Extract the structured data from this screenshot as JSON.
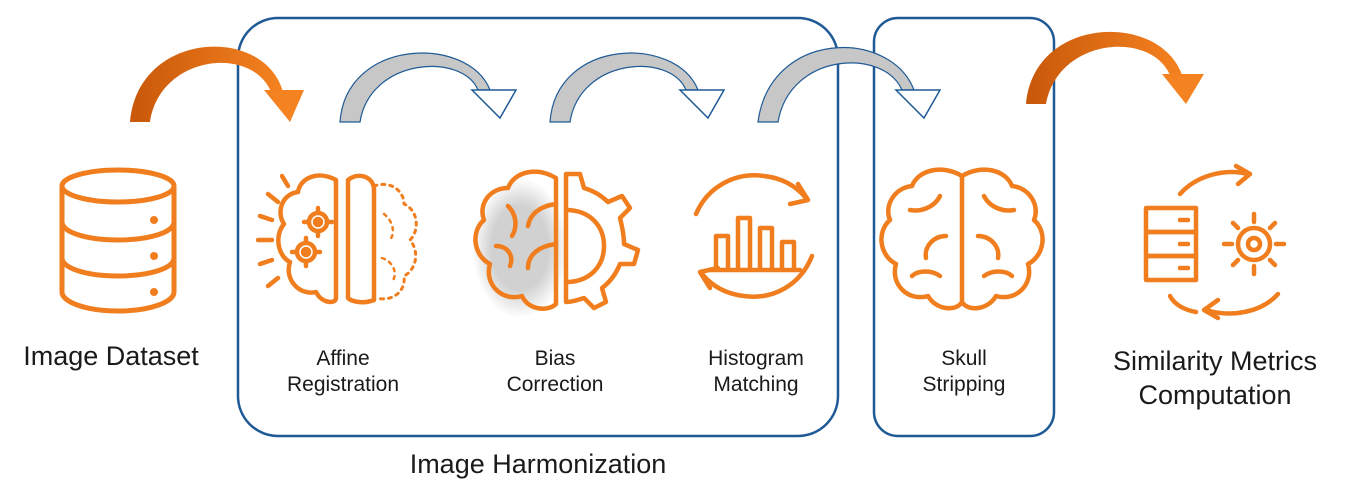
{
  "colors": {
    "accent": "#f07e1e",
    "accent_dark": "#c8580a",
    "group_border": "#1f5a96",
    "grey_fill": "#c7c7c7",
    "text": "#1a1a1a"
  },
  "stages": {
    "image_dataset": {
      "label": "Image Dataset",
      "icon": "database-icon"
    },
    "affine_registration": {
      "line1": "Affine",
      "line2": "Registration",
      "icon": "brain-gears-icon"
    },
    "bias_correction": {
      "line1": "Bias",
      "line2": "Correction",
      "icon": "brain-cog-icon"
    },
    "histogram_matching": {
      "line1": "Histogram",
      "line2": "Matching",
      "icon": "histogram-cycle-icon"
    },
    "skull_stripping": {
      "line1": "Skull",
      "line2": "Stripping",
      "icon": "brain-icon"
    },
    "similarity_metrics": {
      "line1": "Similarity Metrics",
      "line2": "Computation",
      "icon": "server-gear-cycle-icon"
    }
  },
  "group": {
    "label": "Image Harmonization"
  }
}
